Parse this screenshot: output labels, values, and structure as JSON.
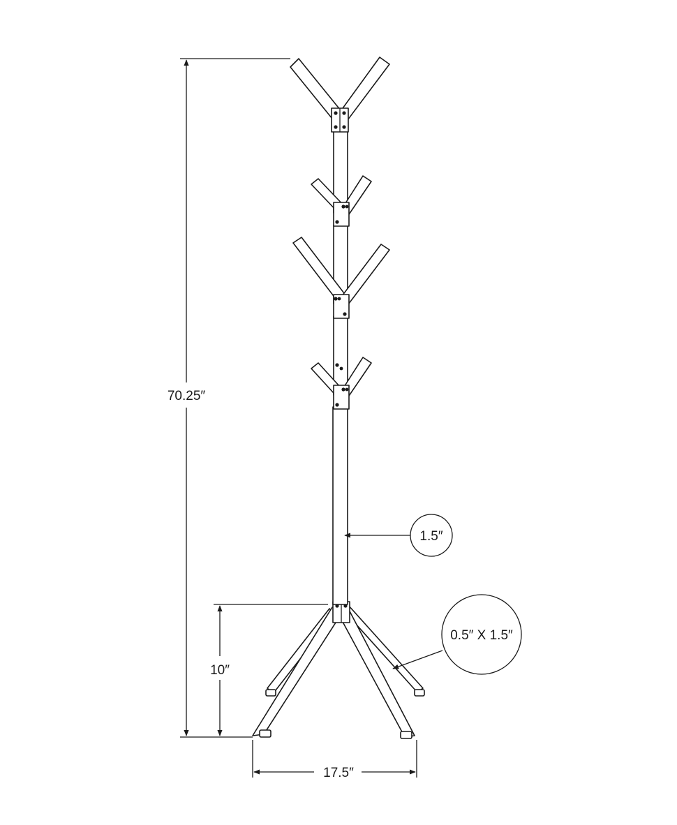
{
  "dimensions": {
    "height_total": "70.25″",
    "base_height": "10″",
    "base_width": "17.5″",
    "pole_width": "1.5″",
    "leg_section": "0.5″ X 1.5″"
  },
  "colors": {
    "line": "#1a1a1a",
    "background": "#ffffff"
  }
}
